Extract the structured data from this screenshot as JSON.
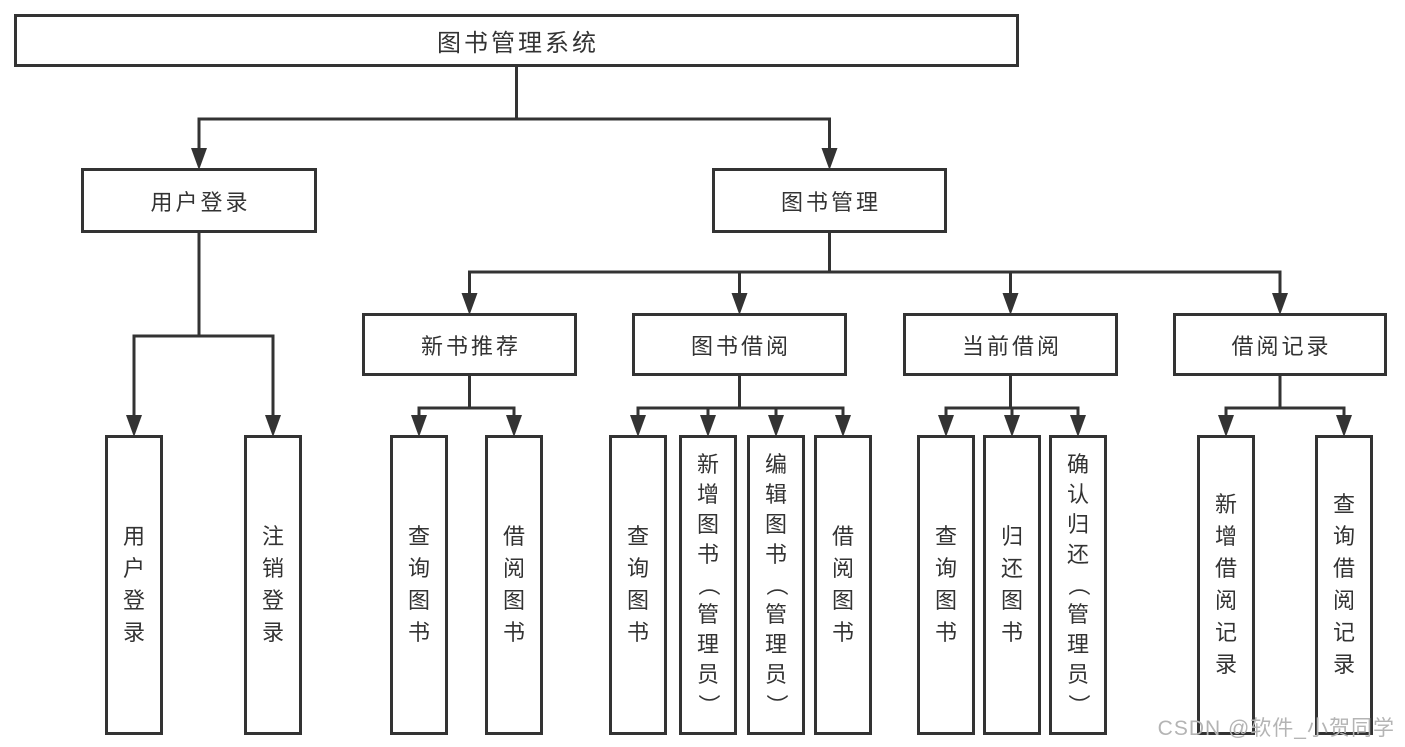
{
  "diagram": {
    "title": "图书管理系统",
    "nodes": [
      {
        "id": "root",
        "label": "图书管理系统",
        "vertical": false
      },
      {
        "id": "user-login",
        "label": "用户登录",
        "vertical": false
      },
      {
        "id": "book-mgmt",
        "label": "图书管理",
        "vertical": false
      },
      {
        "id": "new-book-rec",
        "label": "新书推荐",
        "vertical": false
      },
      {
        "id": "book-borrow",
        "label": "图书借阅",
        "vertical": false
      },
      {
        "id": "current-borrow",
        "label": "当前借阅",
        "vertical": false
      },
      {
        "id": "borrow-records",
        "label": "借阅记录",
        "vertical": false
      },
      {
        "id": "leaf-user-login",
        "label": "用户登录",
        "vertical": true
      },
      {
        "id": "leaf-logout",
        "label": "注销登录",
        "vertical": true
      },
      {
        "id": "leaf-nb-query",
        "label": "查询图书",
        "vertical": true
      },
      {
        "id": "leaf-nb-borrow",
        "label": "借阅图书",
        "vertical": true
      },
      {
        "id": "leaf-bb-query",
        "label": "查询图书",
        "vertical": true
      },
      {
        "id": "leaf-bb-add",
        "label": "新增图书（管理员）",
        "vertical": true
      },
      {
        "id": "leaf-bb-edit",
        "label": "编辑图书（管理员）",
        "vertical": true
      },
      {
        "id": "leaf-bb-borrow",
        "label": "借阅图书",
        "vertical": true
      },
      {
        "id": "leaf-cb-query",
        "label": "查询图书",
        "vertical": true
      },
      {
        "id": "leaf-cb-return",
        "label": "归还图书",
        "vertical": true
      },
      {
        "id": "leaf-cb-confirm",
        "label": "确认归还（管理员）",
        "vertical": true
      },
      {
        "id": "leaf-br-add",
        "label": "新增借阅记录",
        "vertical": true
      },
      {
        "id": "leaf-br-query",
        "label": "查询借阅记录",
        "vertical": true
      }
    ],
    "edges": [
      {
        "from": "root",
        "to": [
          "user-login",
          "book-mgmt"
        ]
      },
      {
        "from": "user-login",
        "to": [
          "leaf-user-login",
          "leaf-logout"
        ]
      },
      {
        "from": "book-mgmt",
        "to": [
          "new-book-rec",
          "book-borrow",
          "current-borrow",
          "borrow-records"
        ]
      },
      {
        "from": "new-book-rec",
        "to": [
          "leaf-nb-query",
          "leaf-nb-borrow"
        ]
      },
      {
        "from": "book-borrow",
        "to": [
          "leaf-bb-query",
          "leaf-bb-add",
          "leaf-bb-edit",
          "leaf-bb-borrow"
        ]
      },
      {
        "from": "current-borrow",
        "to": [
          "leaf-cb-query",
          "leaf-cb-return",
          "leaf-cb-confirm"
        ]
      },
      {
        "from": "borrow-records",
        "to": [
          "leaf-br-add",
          "leaf-br-query"
        ]
      }
    ]
  },
  "watermark": {
    "text": "CSDN @软件_小贺同学"
  },
  "colors": {
    "line": "#333333",
    "box_border": "#333333",
    "text": "#333333",
    "background": "#ffffff",
    "watermark": "#b4b4b4"
  }
}
